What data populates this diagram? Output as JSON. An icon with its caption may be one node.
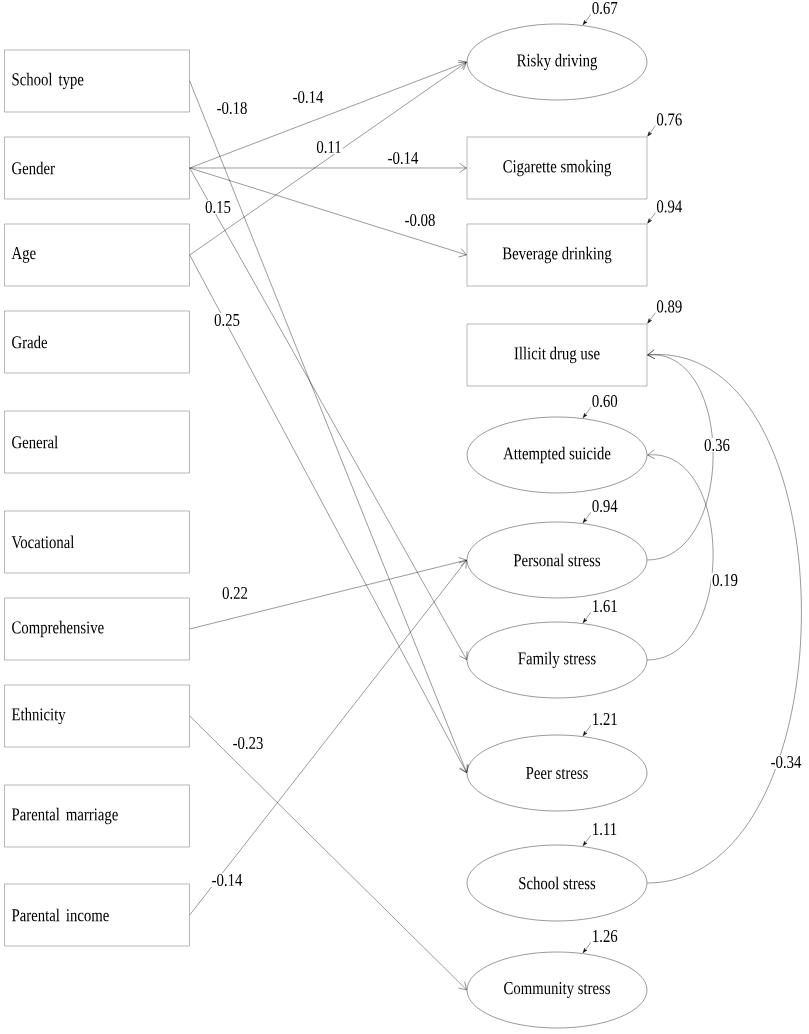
{
  "diagram": {
    "nodes": [
      {
        "text": [
          "School type"
        ]
      },
      {
        "text": [
          "Gender"
        ]
      },
      {
        "text": [
          "Age"
        ]
      },
      {
        "text": [
          "Grade"
        ]
      },
      {
        "text": [
          "General"
        ]
      },
      {
        "text": [
          "Vocational"
        ]
      },
      {
        "text": [
          "Comprehensive"
        ]
      },
      {
        "text": [
          "Ethnicity"
        ]
      },
      {
        "text": [
          "Parental marriage"
        ]
      },
      {
        "text": [
          "Parental income"
        ]
      },
      {
        "text": [
          "Risky driving"
        ]
      },
      {
        "text": [
          "Cigarette smoking"
        ]
      },
      {
        "text": [
          "Beverage drinking"
        ]
      },
      {
        "text": [
          "Illicit drug use"
        ]
      },
      {
        "text": [
          "Attempted suicide"
        ]
      },
      {
        "text": [
          "Personal stress"
        ]
      },
      {
        "text": [
          "Family stress"
        ]
      },
      {
        "text": [
          "Peer stress"
        ]
      },
      {
        "text": [
          "School stress"
        ]
      },
      {
        "text": [
          "Community stress"
        ]
      }
    ],
    "edges": [
      {
        "from": 0,
        "to": 17,
        "arrow": "to",
        "label": "-0.18"
      },
      {
        "from": 1,
        "to": 10,
        "arrow": "to",
        "label": "-0.14"
      },
      {
        "from": 2,
        "to": 10,
        "arrow": "to",
        "label": "0.11"
      },
      {
        "from": 1,
        "to": 11,
        "arrow": "to",
        "label": "-0.14"
      },
      {
        "from": 1,
        "to": 12,
        "arrow": "to",
        "label": "-0.08"
      },
      {
        "from": 1,
        "to": 16,
        "arrow": "to",
        "label": "0.15"
      },
      {
        "from": 2,
        "to": 17,
        "arrow": "to",
        "label": "0.25"
      },
      {
        "from": 6,
        "to": 15,
        "arrow": "to",
        "label": "0.22"
      },
      {
        "from": 7,
        "to": 19,
        "arrow": "to",
        "label": "-0.23"
      },
      {
        "from": 9,
        "to": 15,
        "arrow": "to",
        "label": "-0.14"
      },
      {
        "from": 15,
        "to": 13,
        "arrow": "to",
        "label": "0.36"
      },
      {
        "from": 16,
        "to": 14,
        "arrow": "to",
        "label": "0.19"
      },
      {
        "from": 18,
        "to": 13,
        "arrow": "to",
        "label": "-0.34"
      },
      {
        "from": null,
        "to": 10,
        "arrow": "to",
        "label": "0.67"
      },
      {
        "from": null,
        "to": 11,
        "arrow": "to",
        "label": "0.76"
      },
      {
        "from": null,
        "to": 12,
        "arrow": "to",
        "label": "0.94"
      },
      {
        "from": null,
        "to": 13,
        "arrow": "to",
        "label": "0.89"
      },
      {
        "from": null,
        "to": 14,
        "arrow": "to",
        "label": "0.60"
      },
      {
        "from": null,
        "to": 15,
        "arrow": "to",
        "label": "0.94"
      },
      {
        "from": null,
        "to": 16,
        "arrow": "to",
        "label": "1.61"
      },
      {
        "from": null,
        "to": 17,
        "arrow": "to",
        "label": "1.21"
      },
      {
        "from": null,
        "to": 18,
        "arrow": "to",
        "label": "1.11"
      },
      {
        "from": null,
        "to": 19,
        "arrow": "to",
        "label": "1.26"
      }
    ]
  }
}
